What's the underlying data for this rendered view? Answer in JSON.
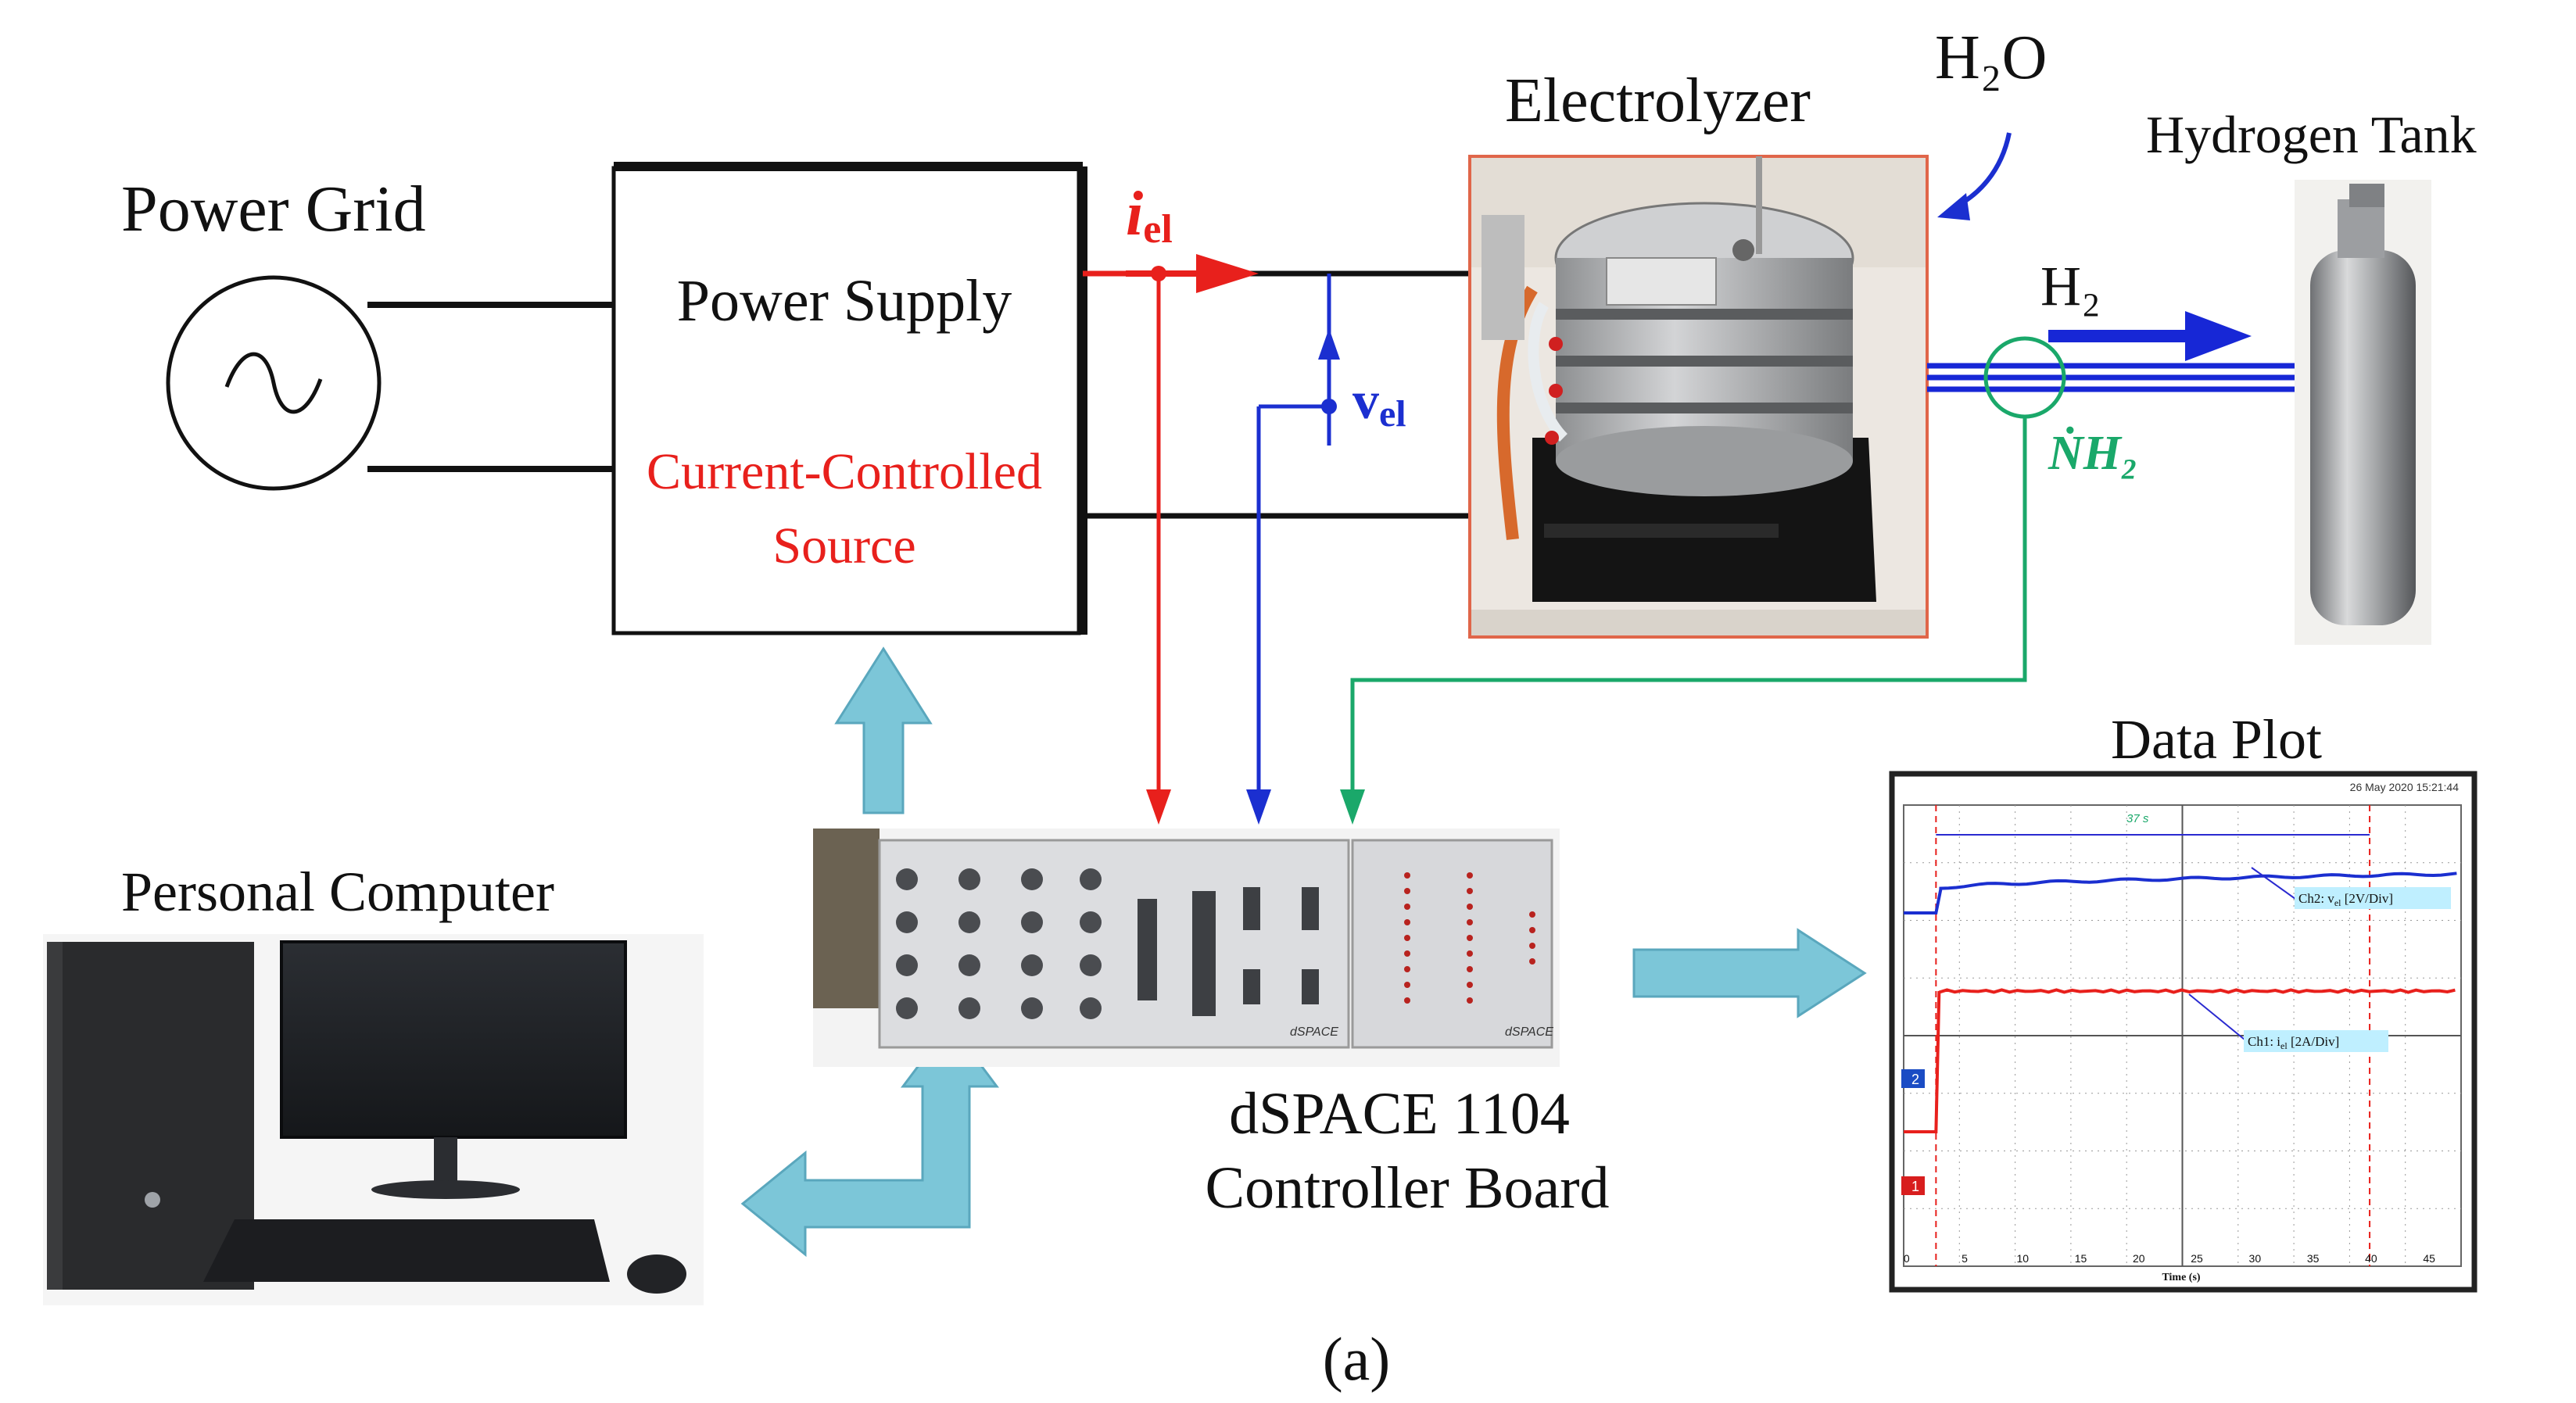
{
  "labels": {
    "power_grid": "Power Grid",
    "power_supply": "Power Supply",
    "ccs_line1": "Current-Controlled",
    "ccs_line2": "Source",
    "electrolyzer": "Electrolyzer",
    "h2o": "H₂O",
    "hydrogen_tank": "Hydrogen Tank",
    "h2": "H₂",
    "nh2": "ṄH₂",
    "i_el_main": "i",
    "i_el_sub": "el",
    "v_el_main": "v",
    "v_el_sub": "el",
    "personal_computer": "Personal Computer",
    "dspace_line1": "dSPACE 1104",
    "dspace_line2": "Controller Board",
    "data_plot": "Data Plot",
    "caption": "(a)"
  },
  "oscilloscope": {
    "timestamp": "26 May 2020  15:21:44",
    "interval": "37 s",
    "ch2_label": "Ch2: v",
    "ch2_sub": "el",
    "ch2_scale": " [2V/Div]",
    "ch1_label": "Ch1: i",
    "ch1_sub": "el",
    "ch1_scale": " [2A/Div]",
    "ch2_marker": "2",
    "ch1_marker": "1",
    "x_axis_label": "Time (s)",
    "x_ticks": [
      "0",
      "5",
      "10",
      "15",
      "20",
      "25",
      "30",
      "35",
      "40",
      "45"
    ]
  },
  "dspace_panel": {
    "brand_left": "dSPACE",
    "brand_right": "dSPACE"
  },
  "colors": {
    "current_signal": "#e8201c",
    "voltage_signal": "#1b2fd0",
    "flow_signal": "#1aa86a",
    "hydrogen_line": "#1727d6",
    "block_arrow": "#7cc6d8",
    "electrolyzer_border": "#e0664a"
  }
}
